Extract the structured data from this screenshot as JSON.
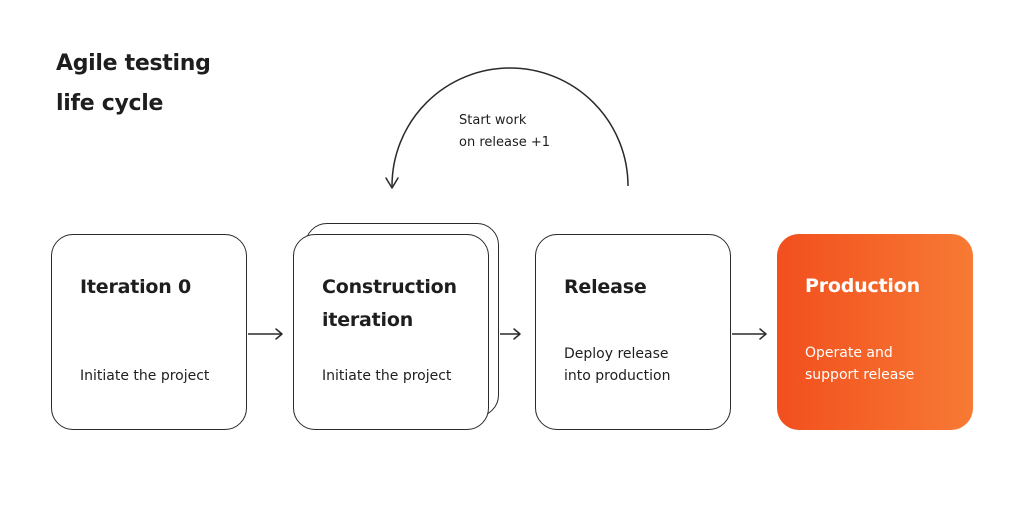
{
  "title": {
    "line1": "Agile testing",
    "line2": "life cycle"
  },
  "loop": {
    "line1": "Start work",
    "line2": "on release +1"
  },
  "stages": [
    {
      "title_line1": "Iteration 0",
      "title_line2": "",
      "desc_line1": "Initiate the project",
      "desc_line2": ""
    },
    {
      "title_line1": "Construction",
      "title_line2": "iteration",
      "desc_line1": "Initiate the project",
      "desc_line2": ""
    },
    {
      "title_line1": "Release",
      "title_line2": "",
      "desc_line1": "Deploy release",
      "desc_line2": "into production"
    },
    {
      "title_line1": "Production",
      "title_line2": "",
      "desc_line1": "Operate and",
      "desc_line2": "support release"
    }
  ],
  "colors": {
    "accent_start": "#f24f1e",
    "accent_end": "#f77a34",
    "stroke": "#2a2a2a"
  },
  "icons": [
    "arrow-right-icon",
    "loop-arrow-icon"
  ]
}
